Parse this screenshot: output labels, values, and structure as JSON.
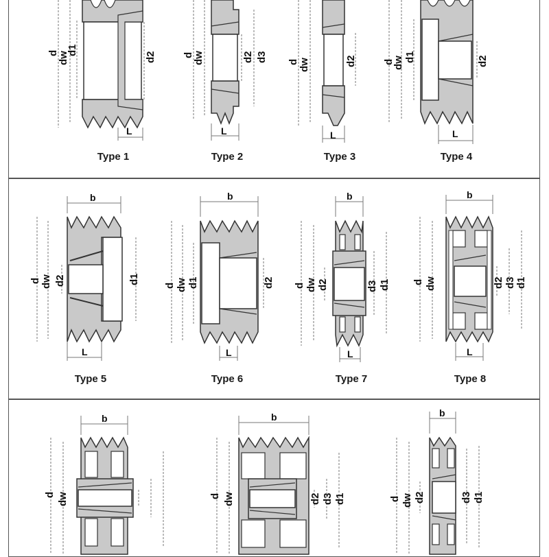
{
  "colors": {
    "body": "#c9c9c9",
    "bore": "#ffffff",
    "line": "#333333",
    "dim": "#777777",
    "border": "#555555"
  },
  "dims": {
    "d": "d",
    "dw": "dw",
    "d1": "d1",
    "d2": "d2",
    "d3": "d3",
    "L": "L",
    "b": "b"
  },
  "types": [
    {
      "label": "Type 1"
    },
    {
      "label": "Type 2"
    },
    {
      "label": "Type 3"
    },
    {
      "label": "Type 4"
    },
    {
      "label": "Type 5"
    },
    {
      "label": "Type 6"
    },
    {
      "label": "Type 7"
    },
    {
      "label": "Type 8"
    }
  ]
}
